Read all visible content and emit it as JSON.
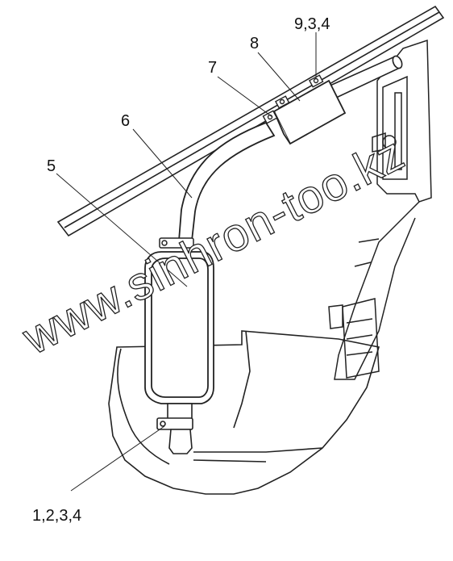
{
  "callouts": {
    "item_5": "5",
    "item_6": "6",
    "item_7": "7",
    "item_8": "8",
    "item_9": "9,3,4",
    "item_1": "1,2,3,4"
  },
  "watermark": "www.sinhron-too.kz",
  "colors": {
    "line": "#222222",
    "fill": "#ffffff",
    "label": "#111111"
  }
}
